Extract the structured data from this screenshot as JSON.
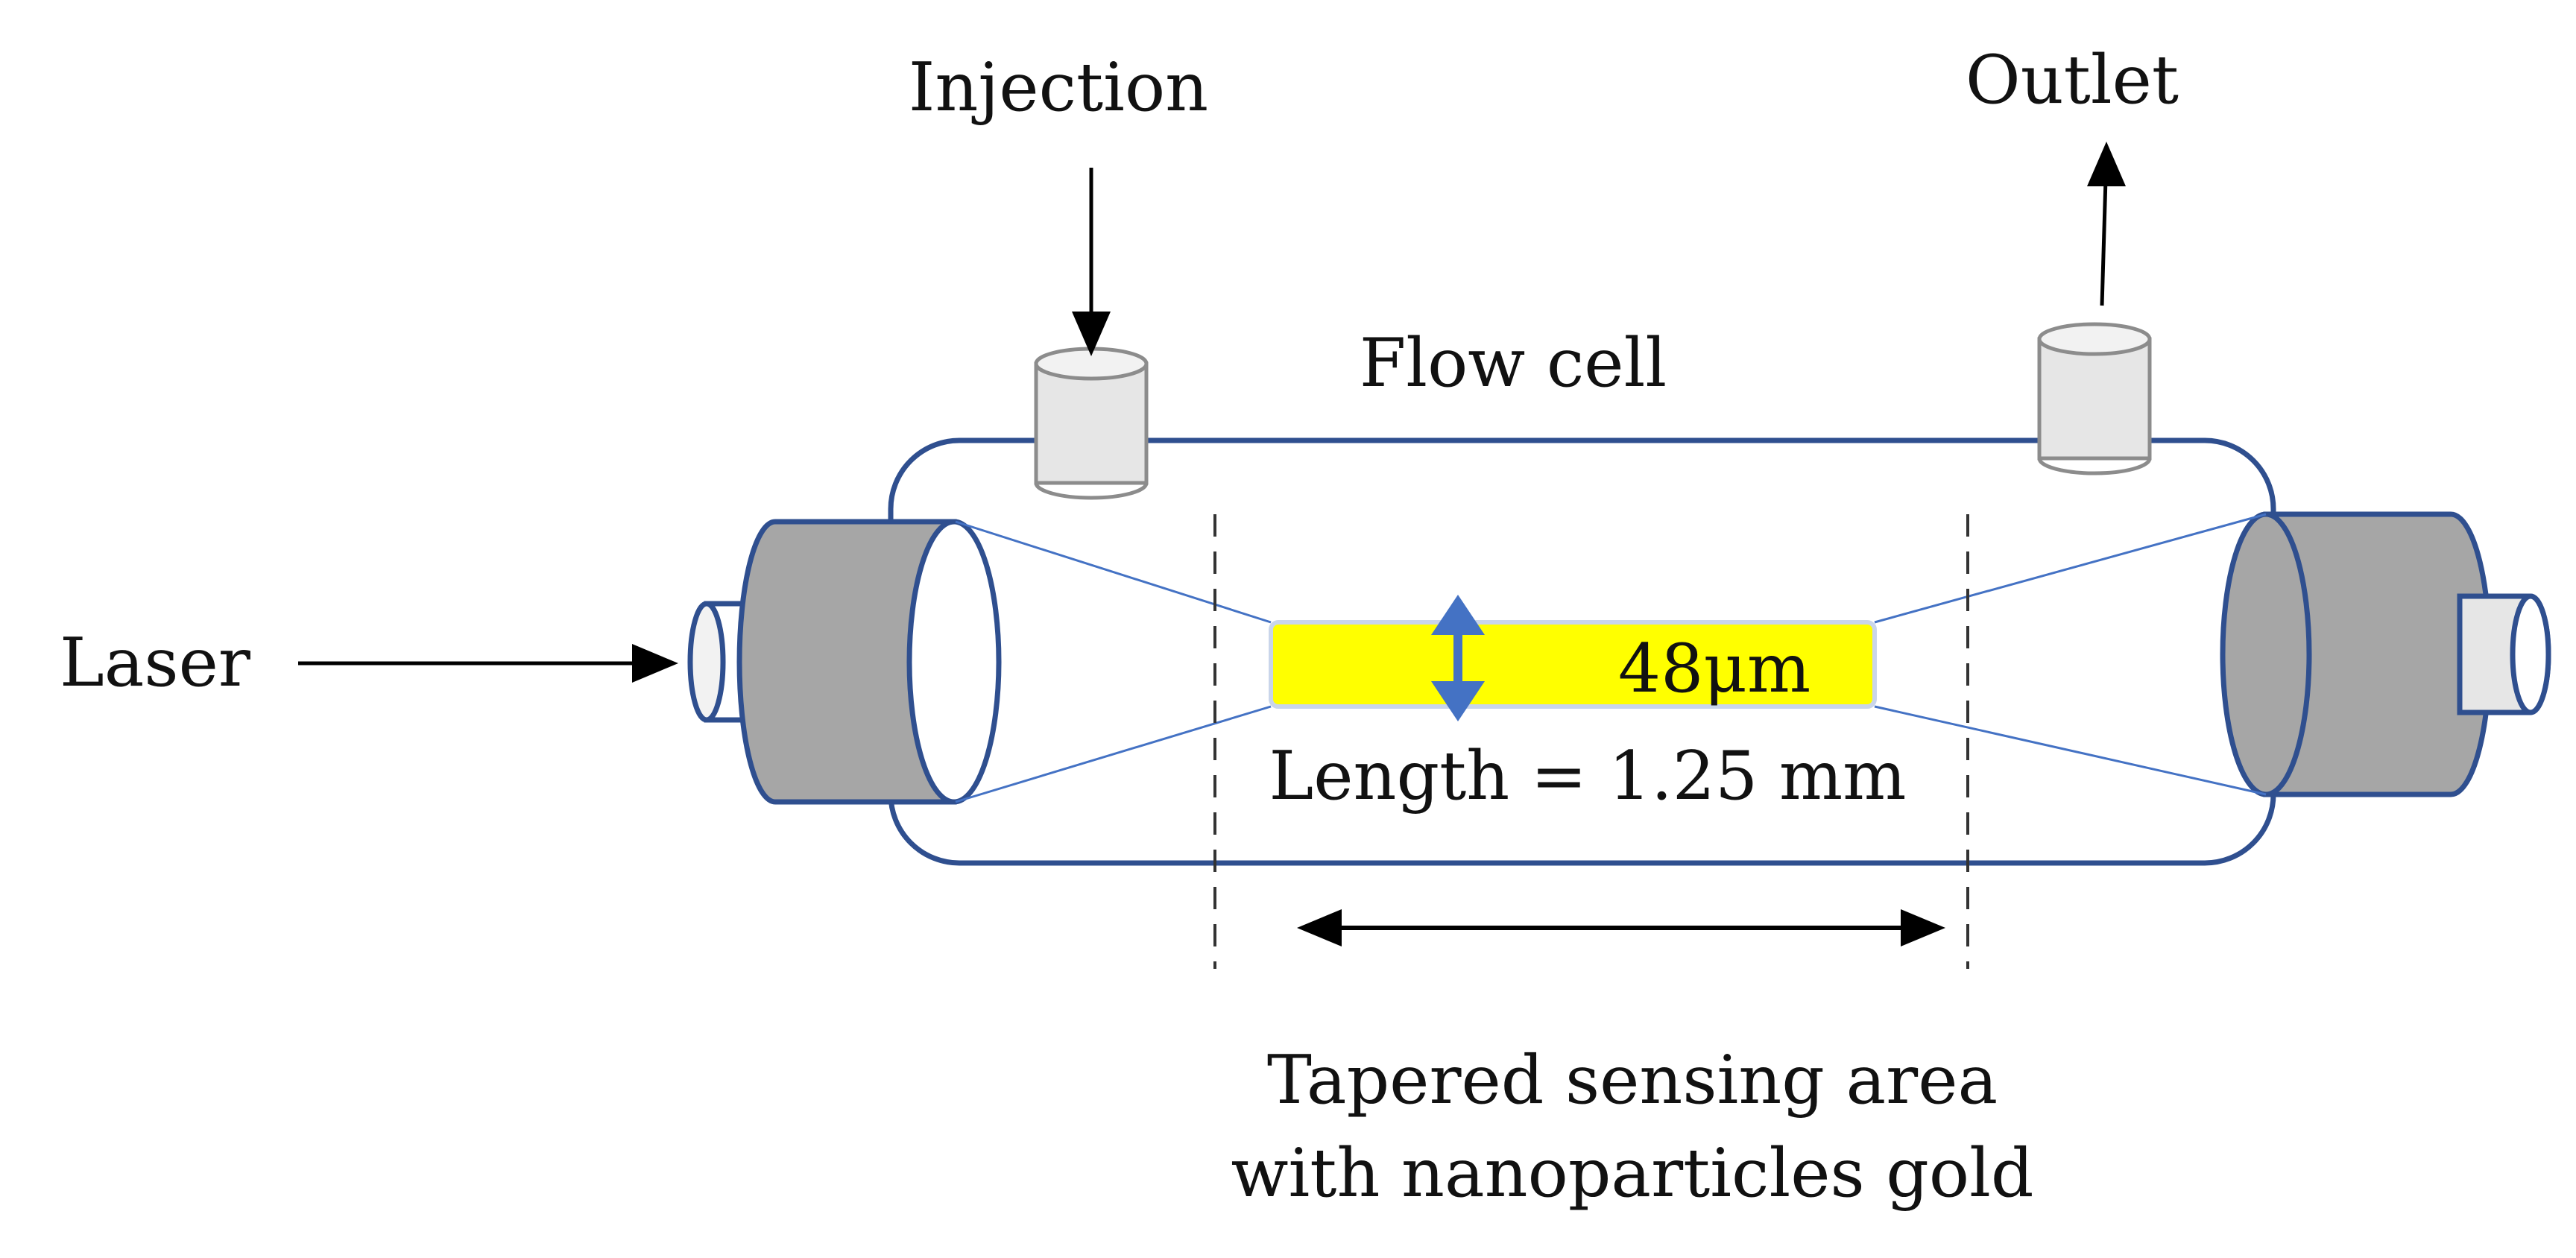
{
  "labels": {
    "injection": "Injection",
    "outlet": "Outlet",
    "flow_cell": "Flow cell",
    "laser": "Laser",
    "diameter": "48μm",
    "length": "Length = 1.25 mm",
    "sensing_area_line1": "Tapered sensing area",
    "sensing_area_line2": "with nanoparticles gold"
  },
  "colors": {
    "cell_outline": "#2F4F8F",
    "connector_gray": "#A6A6A6",
    "port_fill": "#E6E6E6",
    "port_stroke": "#8C8C8C",
    "taper_line": "#4472C4",
    "sensing_fill": "#FFFF00",
    "diameter_arrow": "#4472C4",
    "arrow_black": "#000000"
  }
}
